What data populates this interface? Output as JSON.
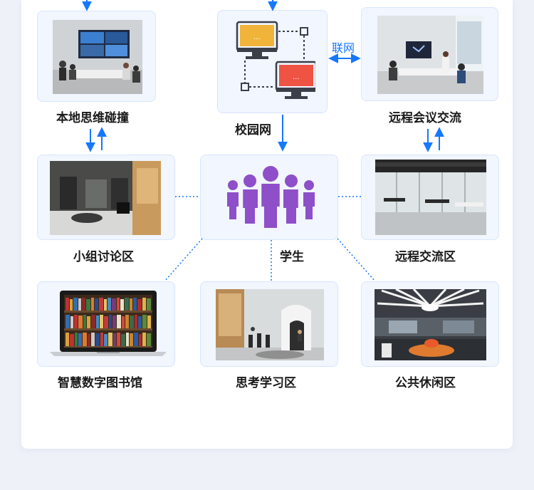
{
  "nodes": {
    "local_brainstorm": "本地思维碰撞",
    "campus_network": "校园网",
    "remote_meeting": "远程会议交流",
    "group_discussion": "小组讨论区",
    "students": "学生",
    "remote_exchange": "远程交流区",
    "digital_library": "智慧数字图书馆",
    "thinking_study": "思考学习区",
    "public_leisure": "公共休闲区"
  },
  "links": {
    "network_link": "联网"
  },
  "colors": {
    "arrow": "#1677ff",
    "students_icon": "#8e4fc9",
    "tile_bg": "#f1f6ff",
    "tile_border": "#d8e6fb"
  }
}
